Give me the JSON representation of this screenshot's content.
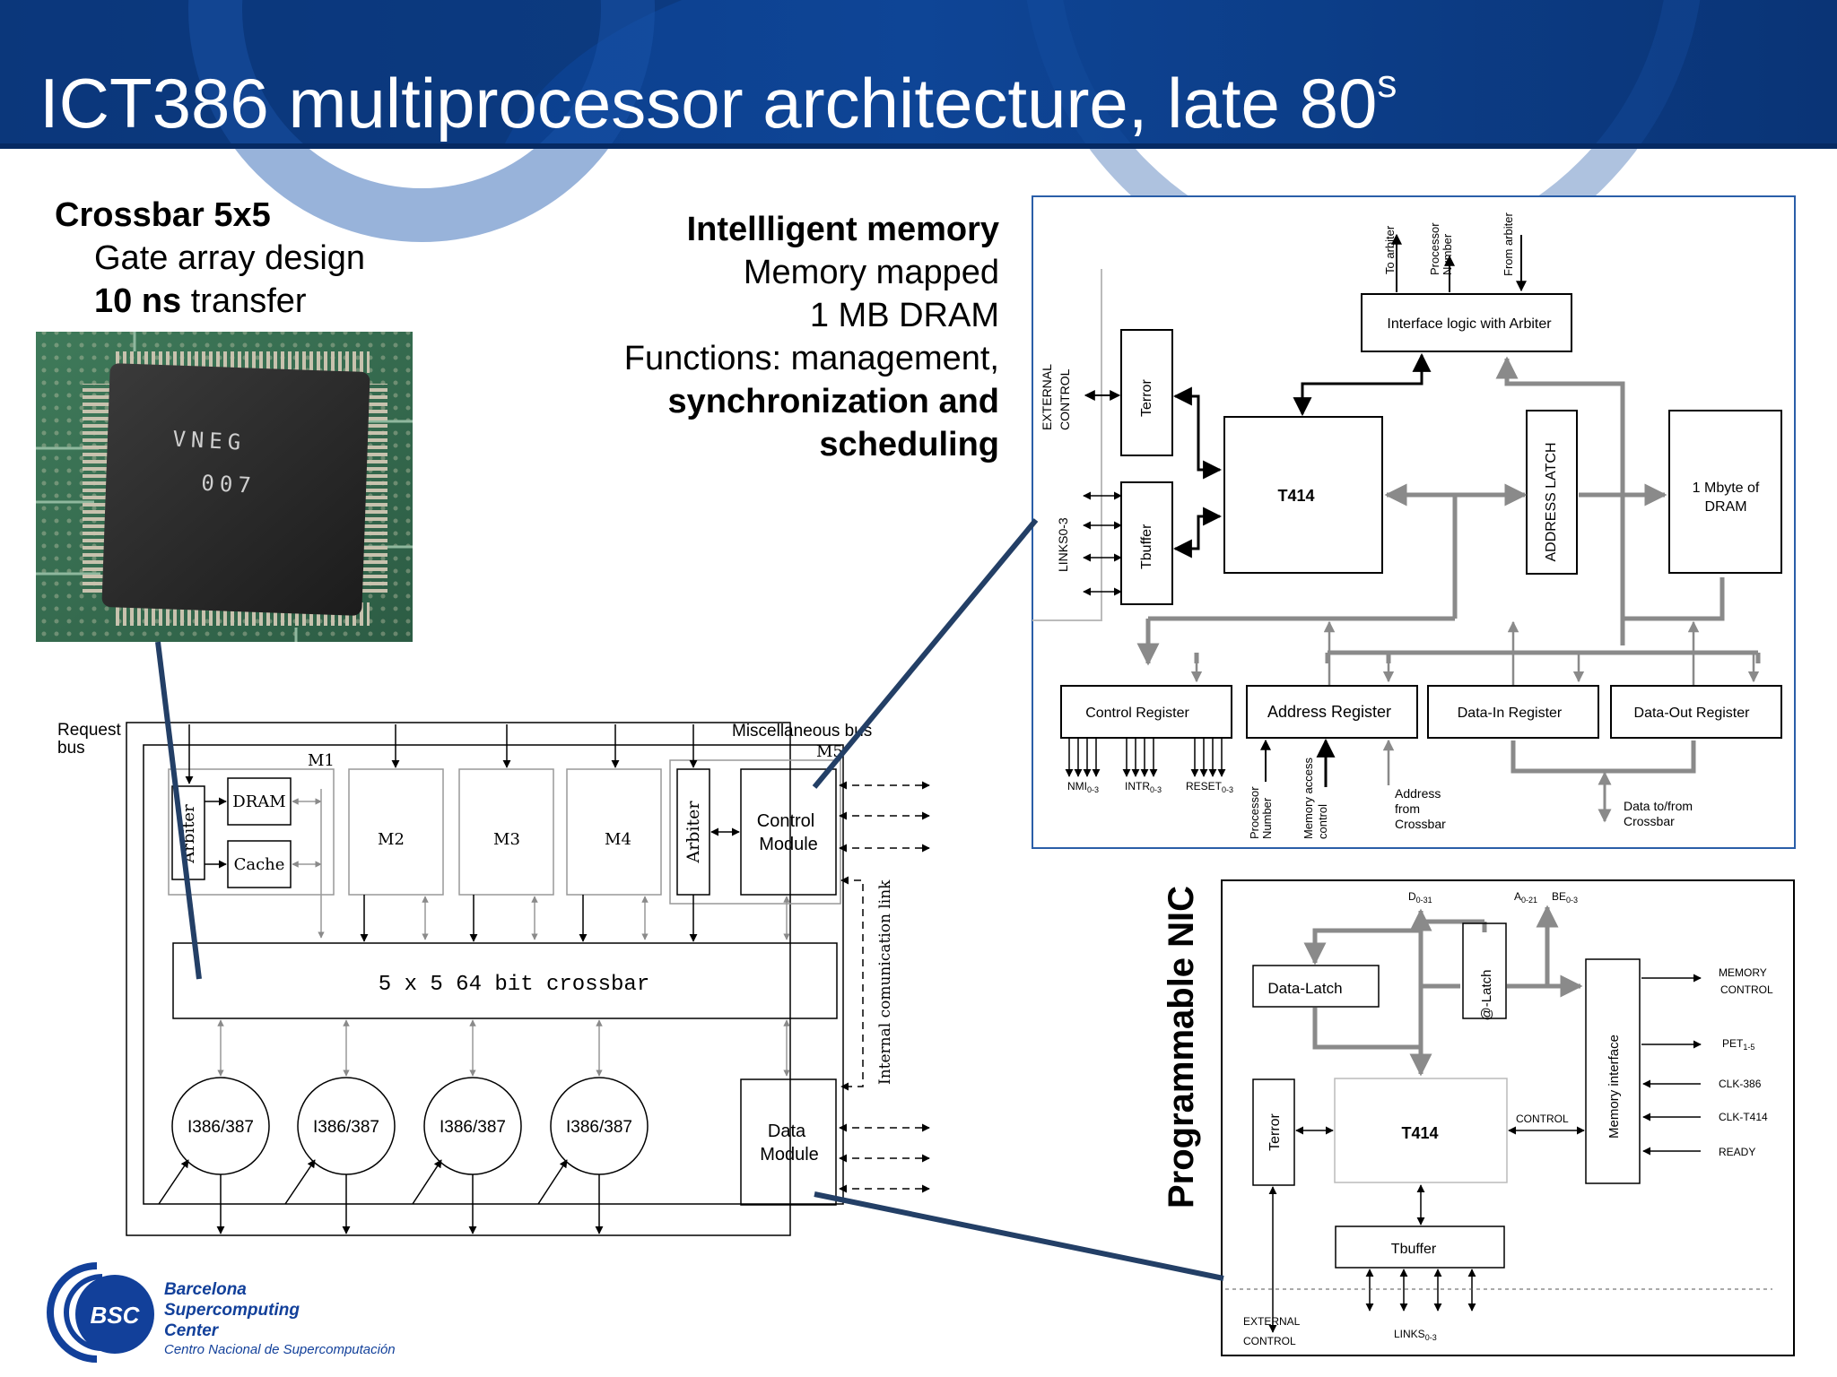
{
  "slide": {
    "title": "ICT386 multiprocessor architecture, late 80",
    "title_sup": "s"
  },
  "crossbar_block": {
    "heading": "Crossbar 5x5",
    "line1": "Gate array design",
    "line2_bold": "10 ns",
    "line2_rest": " transfer"
  },
  "chip_photo": {
    "marking1": "VNEG",
    "marking2": "007"
  },
  "memory_block": {
    "heading": "Intellligent memory",
    "line1": "Memory mapped",
    "line2": "1 MB DRAM",
    "line3": "Functions: management,",
    "line4": "synchronization and",
    "line5": "scheduling"
  },
  "arch_diagram": {
    "request_bus": "Request",
    "request_bus2": "bus",
    "misc_bus": "Miscellaneous bus",
    "m1": "M1",
    "m2": "M2",
    "m3": "M3",
    "m4": "M4",
    "m5": "M5",
    "arbiter": "Arbiter",
    "dram": "DRAM",
    "cache": "Cache",
    "control_module_1": "Control",
    "control_module_2": "Module",
    "data_module_1": "Data",
    "data_module_2": "Module",
    "crossbar": "5 x 5 64 bit crossbar",
    "cpu": "I386/387",
    "internal_link": "Internal comunication link"
  },
  "memory_diagram": {
    "to_arbiter": "To arbiter",
    "processor_number_1": "Processor",
    "processor_number_2": "Number",
    "from_arbiter": "From arbiter",
    "interface_logic": "Interface logic with Arbiter",
    "external_control_1": "EXTERNAL",
    "external_control_2": "CONTROL",
    "terror": "Terror",
    "tbuffer": "Tbuffer",
    "links": "LINKS0-3",
    "t414": "T414",
    "address_latch": "ADDRESS LATCH",
    "dram_1": "1 Mbyte of",
    "dram_2": "DRAM",
    "control_register": "Control Register",
    "address_register": "Address Register",
    "data_in_register": "Data-In Register",
    "data_out_register": "Data-Out Register",
    "nmi": "NMI",
    "nmi_sub": "0-3",
    "intr": "INTR",
    "intr_sub": "0-3",
    "reset": "RESET",
    "reset_sub": "0-3",
    "proc_number_1": "Processor",
    "proc_number_2": "Number",
    "mem_access_1": "Memory access",
    "mem_access_2": "control",
    "address_from_1": "Address",
    "address_from_2": "from",
    "address_from_3": "Crossbar",
    "data_tofrom_1": "Data to/from",
    "data_tofrom_2": "Crossbar"
  },
  "nic_diagram": {
    "side_title": "Programmable NIC",
    "d_bus": "D",
    "d_bus_sub": "0-31",
    "a_bus": "A",
    "a_bus_sub": "0-21",
    "be_bus": "BE",
    "be_bus_sub": "0-3",
    "data_latch": "Data-Latch",
    "at_latch": "@-Latch",
    "memory_interface": "Memory interface",
    "memory_control_1": "MEMORY",
    "memory_control_2": "CONTROL",
    "pet": "PET",
    "pet_sub": "1-5",
    "clk386": "CLK-386",
    "clk414": "CLK-T414",
    "ready": "READY",
    "terror": "Terror",
    "t414": "T414",
    "control": "CONTROL",
    "tbuffer": "Tbuffer",
    "external_control_1": "EXTERNAL",
    "external_control_2": "CONTROL",
    "links": "LINKS",
    "links_sub": "0-3"
  },
  "footer": {
    "logo_abbrev": "BSC",
    "org_line1": "Barcelona",
    "org_line2": "Supercomputing",
    "org_line3": "Center",
    "org_spanish": "Centro Nacional de Supercomputación"
  },
  "colors": {
    "header_blue": "#0d3f8f",
    "header_dark": "#062a63",
    "callout_line": "#233f66",
    "diagram_grey": "#8a8a8a",
    "bsc_blue": "#12409a"
  }
}
